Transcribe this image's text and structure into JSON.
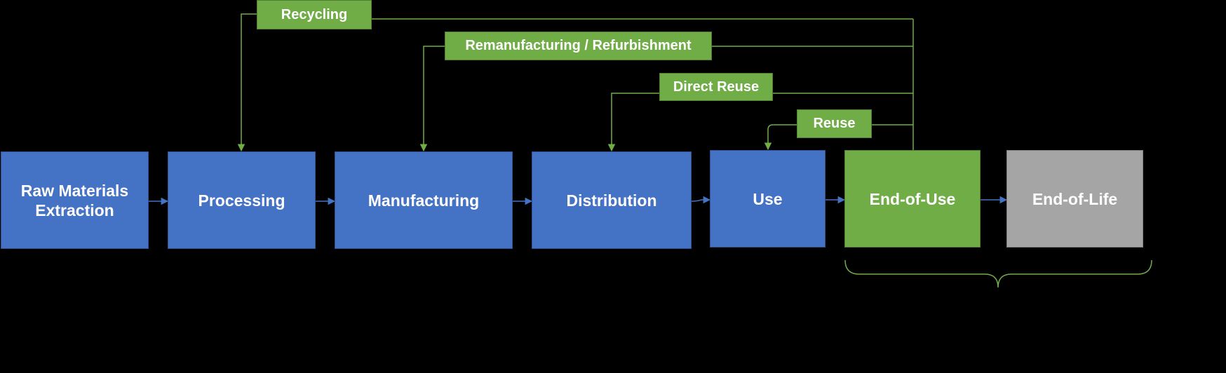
{
  "stages": {
    "raw_materials": "Raw Materials Extraction",
    "processing": "Processing",
    "manufacturing": "Manufacturing",
    "distribution": "Distribution",
    "use": "Use",
    "end_of_use": "End-of-Use",
    "end_of_life": "End-of-Life"
  },
  "loops": {
    "recycling": "Recycling",
    "remanufacturing": "Remanufacturing / Refurbishment",
    "direct_reuse": "Direct Reuse",
    "reuse": "Reuse"
  },
  "colors": {
    "stage_blue": "#4472c4",
    "loop_green": "#70ad47",
    "end_of_life_grey": "#a5a5a5",
    "background": "#000000"
  }
}
